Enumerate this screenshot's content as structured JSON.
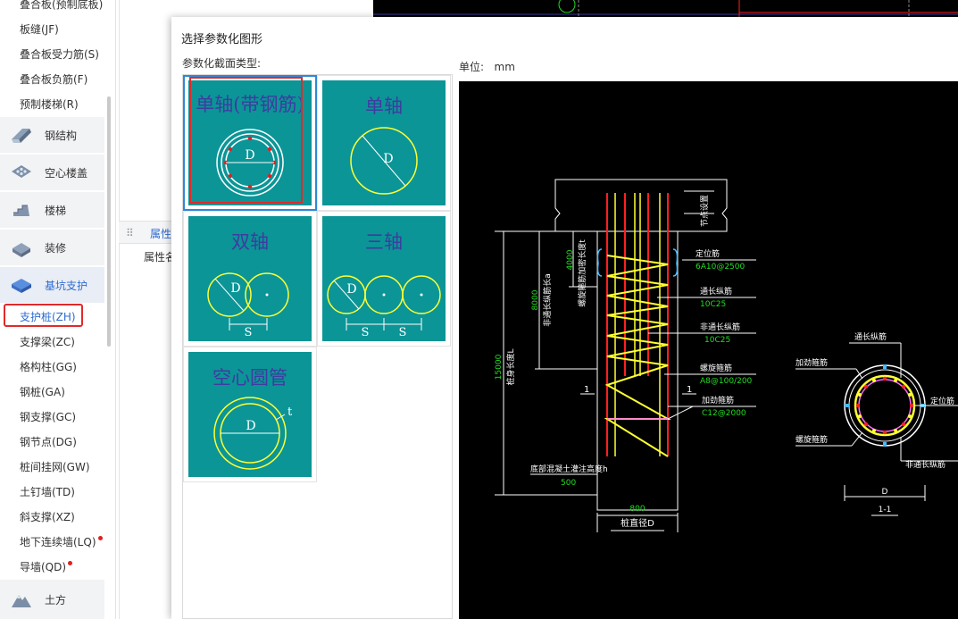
{
  "sidebar": {
    "sub_items_top": [
      "叠合板(预制底板)",
      "板缝(JF)",
      "叠合板受力筋(S)",
      "叠合板负筋(F)",
      "预制楼梯(R)"
    ],
    "categories": [
      {
        "label": "钢结构",
        "icon": "steel-beam-icon"
      },
      {
        "label": "空心楼盖",
        "icon": "hollow-floor-icon"
      },
      {
        "label": "楼梯",
        "icon": "stairs-icon"
      },
      {
        "label": "装修",
        "icon": "decoration-icon"
      },
      {
        "label": "基坑支护",
        "icon": "pit-support-icon"
      }
    ],
    "support_items": [
      "支护桩(ZH)",
      "支撑梁(ZC)",
      "格构柱(GG)",
      "钢桩(GA)",
      "钢支撑(GC)",
      "钢节点(DG)",
      "桩间挂网(GW)",
      "土钉墙(TD)",
      "斜支撑(XZ)",
      "地下连续墙(LQ)",
      "导墙(QD)"
    ],
    "earthwork": {
      "label": "土方",
      "icon": "earthwork-icon"
    }
  },
  "properties": {
    "tab": "属性",
    "column_header": "属性名"
  },
  "dialog": {
    "title": "选择参数化图形",
    "section_label": "参数化截面类型:",
    "unit_label": "单位:",
    "unit_value": "mm",
    "shapes": [
      {
        "label": "单轴(带钢筋)",
        "dim": "D"
      },
      {
        "label": "单轴",
        "dim": "D"
      },
      {
        "label": "双轴",
        "dim": "D",
        "spacing": "S"
      },
      {
        "label": "三轴",
        "dim": "D",
        "spacing": "S"
      },
      {
        "label": "空心圆管",
        "dim": "D",
        "thickness": "t"
      }
    ]
  },
  "drawing": {
    "top_label": "节点设置",
    "vert_labels": [
      "螺旋箍筋加密长度t",
      "非通长纵筋长a",
      "桩身长度L"
    ],
    "dims_green": [
      "4000",
      "8000",
      "15000",
      "500",
      "800"
    ],
    "annot": [
      {
        "label": "定位筋",
        "value": "6A10@2500"
      },
      {
        "label": "通长纵筋",
        "value": "10C25"
      },
      {
        "label": "非通长纵筋",
        "value": "10C25"
      },
      {
        "label": "螺旋箍筋",
        "value": "A8@100/200"
      },
      {
        "label": "加劲箍筋",
        "value": "C12@2000"
      }
    ],
    "section_mark": "1",
    "bottom_concrete": "底部混凝土灌注高度h",
    "pile_diameter": "桩直径D",
    "cs_labels": {
      "top": "通长纵筋",
      "left_top": "加劲箍筋",
      "right": "定位筋",
      "left_bottom": "螺旋箍筋",
      "bottom_right": "非通长纵筋",
      "dim": "D",
      "section": "1-1"
    }
  },
  "colors": {
    "teal": "#0b9597",
    "highlight": "#e02a2a",
    "accent": "#2f6bd1",
    "green": "#22dd22",
    "yellow": "#ffff33",
    "red": "#ff2020"
  }
}
